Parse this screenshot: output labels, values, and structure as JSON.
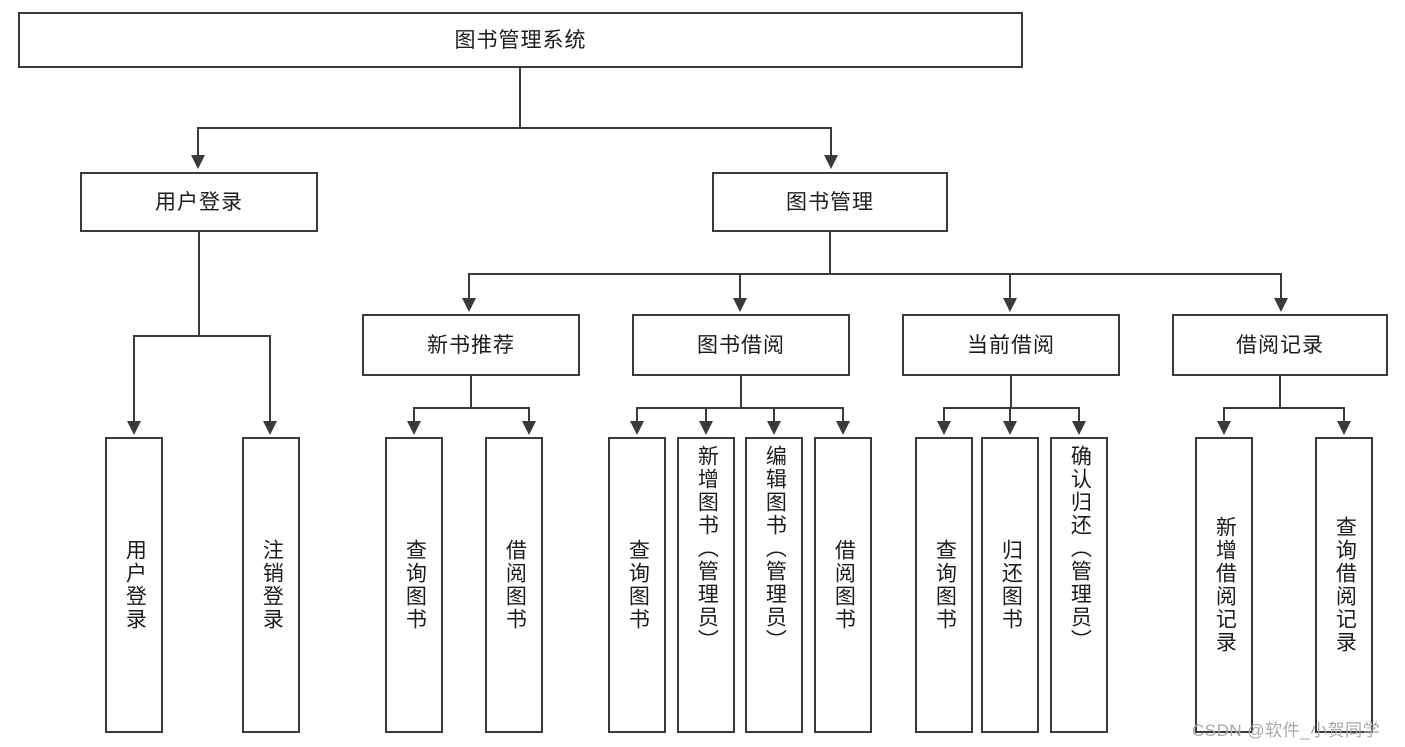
{
  "diagram": {
    "title": "图书管理系统",
    "type": "hierarchy-tree",
    "root": {
      "label": "图书管理系统"
    },
    "level1": [
      {
        "label": "用户登录"
      },
      {
        "label": "图书管理"
      }
    ],
    "level2": [
      {
        "label": "新书推荐"
      },
      {
        "label": "图书借阅"
      },
      {
        "label": "当前借阅"
      },
      {
        "label": "借阅记录"
      }
    ],
    "leaves": {
      "user_login": [
        {
          "label": "用户登录"
        },
        {
          "label": "注销登录"
        }
      ],
      "new_book_recommend": [
        {
          "label": "查询图书"
        },
        {
          "label": "借阅图书"
        }
      ],
      "book_borrow": [
        {
          "label": "查询图书"
        },
        {
          "label": "新增图书（管理员）"
        },
        {
          "label": "编辑图书（管理员）"
        },
        {
          "label": "借阅图书"
        }
      ],
      "current_borrow": [
        {
          "label": "查询图书"
        },
        {
          "label": "归还图书"
        },
        {
          "label": "确认归还（管理员）"
        }
      ],
      "borrow_record": [
        {
          "label": "新增借阅记录"
        },
        {
          "label": "查询借阅记录"
        }
      ]
    }
  },
  "watermark": {
    "text": "CSDN @软件_小贺同学"
  },
  "colors": {
    "stroke": "#3a3a3a",
    "text": "#1c1c1c",
    "background": "#ffffff",
    "watermark": "#a8a8a8"
  }
}
